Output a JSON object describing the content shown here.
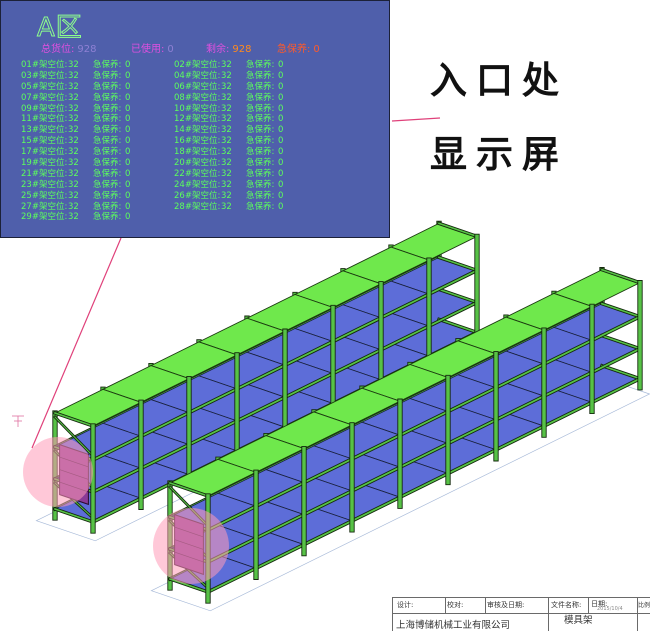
{
  "panel": {
    "title": "A区",
    "summary": {
      "total_label": "总货位:",
      "total_value": "928",
      "used_label": "已使用:",
      "used_value": "0",
      "remaining_label": "剩余:",
      "remaining_value": "928",
      "maintenance_label": "急保养:",
      "maintenance_value": "0"
    },
    "rack_status_left": [
      {
        "rack": "01#架空位:",
        "free": "32",
        "maint_label": "急保养:",
        "maint": "0"
      },
      {
        "rack": "03#架空位:",
        "free": "32",
        "maint_label": "急保养:",
        "maint": "0"
      },
      {
        "rack": "05#架空位:",
        "free": "32",
        "maint_label": "急保养:",
        "maint": "0"
      },
      {
        "rack": "07#架空位:",
        "free": "32",
        "maint_label": "急保养:",
        "maint": "0"
      },
      {
        "rack": "09#架空位:",
        "free": "32",
        "maint_label": "急保养:",
        "maint": "0"
      },
      {
        "rack": "11#架空位:",
        "free": "32",
        "maint_label": "急保养:",
        "maint": "0"
      },
      {
        "rack": "13#架空位:",
        "free": "32",
        "maint_label": "急保养:",
        "maint": "0"
      },
      {
        "rack": "15#架空位:",
        "free": "32",
        "maint_label": "急保养:",
        "maint": "0"
      },
      {
        "rack": "17#架空位:",
        "free": "32",
        "maint_label": "急保养:",
        "maint": "0"
      },
      {
        "rack": "19#架空位:",
        "free": "32",
        "maint_label": "急保养:",
        "maint": "0"
      },
      {
        "rack": "21#架空位:",
        "free": "32",
        "maint_label": "急保养:",
        "maint": "0"
      },
      {
        "rack": "23#架空位:",
        "free": "32",
        "maint_label": "急保养:",
        "maint": "0"
      },
      {
        "rack": "25#架空位:",
        "free": "32",
        "maint_label": "急保养:",
        "maint": "0"
      },
      {
        "rack": "27#架空位:",
        "free": "32",
        "maint_label": "急保养:",
        "maint": "0"
      },
      {
        "rack": "29#架空位:",
        "free": "32",
        "maint_label": "急保养:",
        "maint": "0"
      }
    ],
    "rack_status_right": [
      {
        "rack": "02#架空位:",
        "free": "32",
        "maint_label": "急保养:",
        "maint": "0"
      },
      {
        "rack": "04#架空位:",
        "free": "32",
        "maint_label": "急保养:",
        "maint": "0"
      },
      {
        "rack": "06#架空位:",
        "free": "32",
        "maint_label": "急保养:",
        "maint": "0"
      },
      {
        "rack": "08#架空位:",
        "free": "32",
        "maint_label": "急保养:",
        "maint": "0"
      },
      {
        "rack": "10#架空位:",
        "free": "32",
        "maint_label": "急保养:",
        "maint": "0"
      },
      {
        "rack": "12#架空位:",
        "free": "32",
        "maint_label": "急保养:",
        "maint": "0"
      },
      {
        "rack": "14#架空位:",
        "free": "32",
        "maint_label": "急保养:",
        "maint": "0"
      },
      {
        "rack": "16#架空位:",
        "free": "32",
        "maint_label": "急保养:",
        "maint": "0"
      },
      {
        "rack": "18#架空位:",
        "free": "32",
        "maint_label": "急保养:",
        "maint": "0"
      },
      {
        "rack": "20#架空位:",
        "free": "32",
        "maint_label": "急保养:",
        "maint": "0"
      },
      {
        "rack": "22#架空位:",
        "free": "32",
        "maint_label": "急保养:",
        "maint": "0"
      },
      {
        "rack": "24#架空位:",
        "free": "32",
        "maint_label": "急保养:",
        "maint": "0"
      },
      {
        "rack": "26#架空位:",
        "free": "32",
        "maint_label": "急保养:",
        "maint": "0"
      },
      {
        "rack": "28#架空位:",
        "free": "32",
        "maint_label": "急保养:",
        "maint": "0"
      }
    ]
  },
  "callout": {
    "line1": "入口处",
    "line2": "显示屏"
  },
  "title_block": {
    "designer_label": "设计:",
    "checker_label": "校对:",
    "review_label": "审核及日期:",
    "filename_label": "文件名称:",
    "date_label": "日期:",
    "date_value": "2015/10/4",
    "scale_label": "比例",
    "drawing_name": "模具架",
    "company": "上海博储机械工业有限公司"
  },
  "colors": {
    "panel_bg": "#4f5fab",
    "panel_text": "#5cff5c",
    "title_stroke": "#8dff8d",
    "summary_label": "#e050e0",
    "summary_dim": "#8e80d4",
    "remaining_value": "#ff8a1e",
    "maintenance": "#ff5a2a",
    "rack_top": "#6fe84c",
    "rack_shelf": "#5d6dd8",
    "rack_frame": "#57c246",
    "end_display": "#8a3a96",
    "highlight": "#ff9ab8",
    "leader_line": "#e0407a"
  }
}
